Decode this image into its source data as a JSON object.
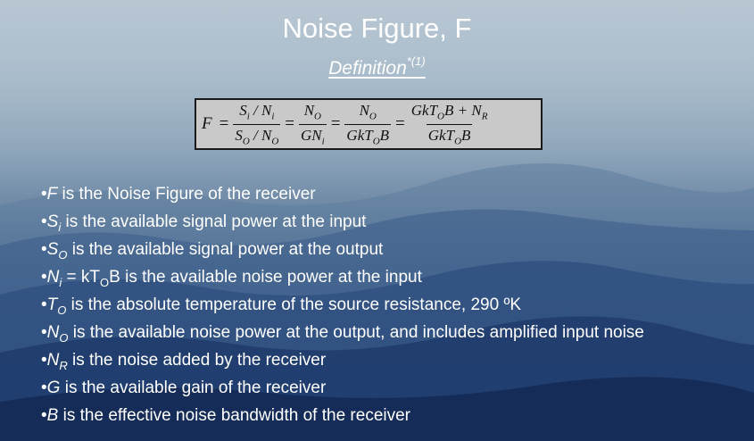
{
  "title": "Noise Figure, F",
  "subtitle": {
    "text": "Definition",
    "superscript": "*(1)"
  },
  "formula": {
    "lhs": "F",
    "eq": "=",
    "frac1": {
      "num_a": "S",
      "num_a_sub": "i",
      "num_b": " / N",
      "num_b_sub": "i",
      "den_a": "S",
      "den_a_sub": "O",
      "den_b": " / N",
      "den_b_sub": "O"
    },
    "frac2": {
      "num": "N",
      "num_sub": "O",
      "den": "GN",
      "den_sub": "i"
    },
    "frac3": {
      "num": "N",
      "num_sub": "O",
      "den_a": "GkT",
      "den_sub": "O",
      "den_b": "B"
    },
    "frac4": {
      "num_a": "GkT",
      "num_a_sub": "O",
      "num_b": "B + N",
      "num_b_sub": "R",
      "den_a": "GkT",
      "den_sub": "O",
      "den_b": "B"
    }
  },
  "bullets": [
    {
      "sym": "F",
      "sub": "",
      "after": "",
      "text": " is the Noise Figure of the receiver"
    },
    {
      "sym": "S",
      "sub": "i",
      "after": "",
      "text": " is the available signal power at the input"
    },
    {
      "sym": "S",
      "sub": "O",
      "after": "",
      "text": " is the available signal power at the output"
    },
    {
      "sym": "N",
      "sub": "i",
      "after": " = kT",
      "after_sub": "O",
      "after_tail": "B",
      "text": " is the available noise power at the input"
    },
    {
      "sym": "T",
      "sub": "O",
      "after": "",
      "text": " is the absolute temperature of the source resistance, 290 ºK"
    },
    {
      "sym": "N",
      "sub": "O",
      "after": "",
      "text": " is the available noise power at the output, and includes amplified input noise"
    },
    {
      "sym": "N",
      "sub": "R",
      "after": "",
      "text": " is the noise added by the receiver"
    },
    {
      "sym": "G",
      "sub": "",
      "after": "",
      "text": " is the available gain of the receiver"
    },
    {
      "sym": "B",
      "sub": "",
      "after": "",
      "text": " is the effective noise bandwidth of the receiver"
    }
  ],
  "bullet_char": "•",
  "colors": {
    "text": "#ffffff",
    "formula_bg": "#c9c9c9",
    "mountain_dark": "#142a57"
  }
}
